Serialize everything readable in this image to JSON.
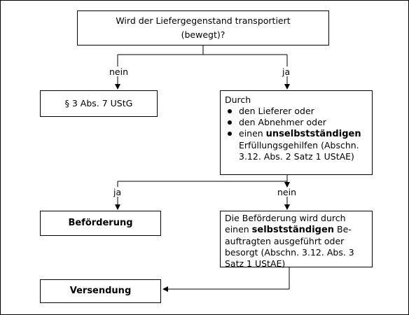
{
  "question": {
    "line1": "Wird der Liefergegenstand transportiert",
    "line2": "(bewegt)?"
  },
  "labels": {
    "nein_top": "nein",
    "ja_top": "ja",
    "ja_mid": "ja",
    "nein_mid": "nein"
  },
  "box_ustg": "§ 3 Abs. 7 UStG",
  "box_durch": {
    "title": "Durch",
    "items": [
      "den Lieferer oder",
      "den Abnehmer oder"
    ],
    "item3_prefix": "einen ",
    "item3_bold": "unselbstständigen",
    "item3_rest": "Erfüllungsgehilfen (Abschn. 3.12. Abs. 2 Satz 1 UStAE)"
  },
  "box_befoerderung": "Beförderung",
  "box_selbst": {
    "prefix": "Die Beförderung wird durch einen ",
    "bold": "selbstständigen",
    "rest": " Be-auftragten ausgeführt oder besorgt (Abschn. 3.12. Abs. 3 Satz 1 UStAE)"
  },
  "box_versendung": "Versendung"
}
